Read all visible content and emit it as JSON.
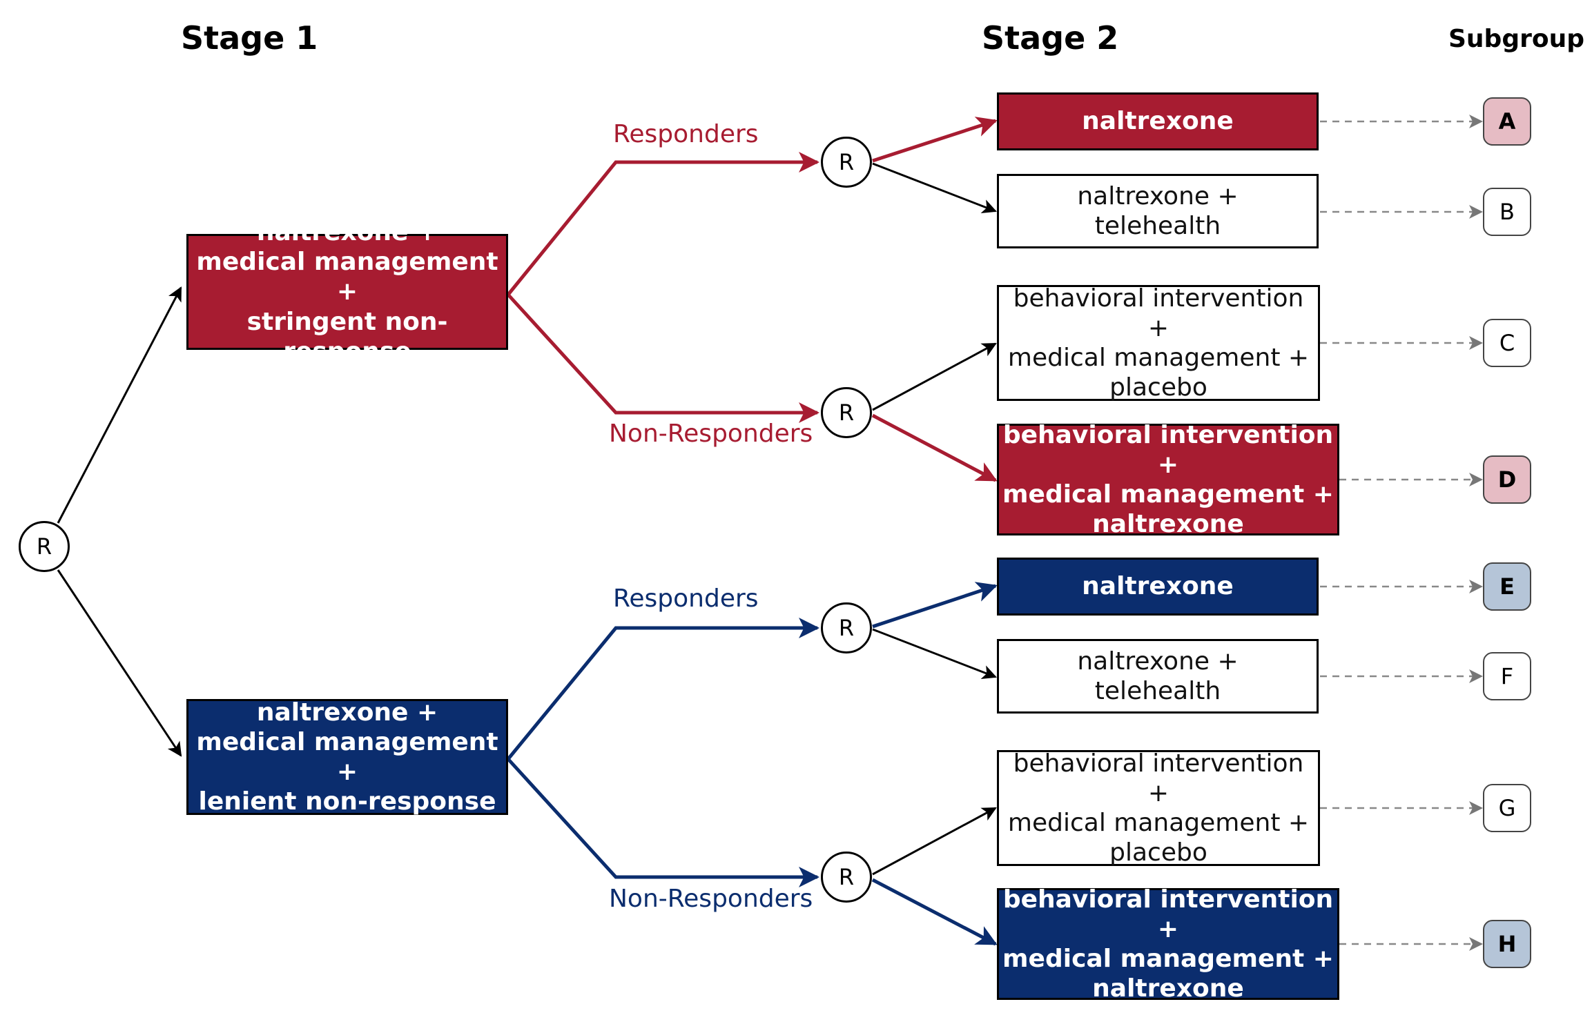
{
  "headers": {
    "stage1": "Stage 1",
    "stage2": "Stage 2",
    "subgroup": "Subgroup"
  },
  "random_node_label": "R",
  "stage1_boxes": {
    "stringent": "naltrexone +\nmedical management +\nstringent non-response",
    "lenient": "naltrexone +\nmedical management +\nlenient non-response"
  },
  "branch_labels": {
    "stringent_responders": "Responders",
    "stringent_nonresponders": "Non-Responders",
    "lenient_responders": "Responders",
    "lenient_nonresponders": "Non-Responders"
  },
  "stage2_boxes": {
    "a": "naltrexone",
    "b": "naltrexone +\ntelehealth",
    "c": "behavioral intervention +\nmedical management +\nplacebo",
    "d": "behavioral intervention +\nmedical management +\nnaltrexone",
    "e": "naltrexone",
    "f": "naltrexone +\ntelehealth",
    "g": "behavioral intervention +\nmedical management +\nplacebo",
    "h": "behavioral intervention +\nmedical management +\nnaltrexone"
  },
  "subgroups": {
    "a": "A",
    "b": "B",
    "c": "C",
    "d": "D",
    "e": "E",
    "f": "F",
    "g": "G",
    "h": "H"
  },
  "colors": {
    "stringent": "#a71c31",
    "lenient": "#0b2d6e",
    "subgroup_red_fill": "#e6bcc4",
    "subgroup_blue_fill": "#b5c5d8"
  }
}
